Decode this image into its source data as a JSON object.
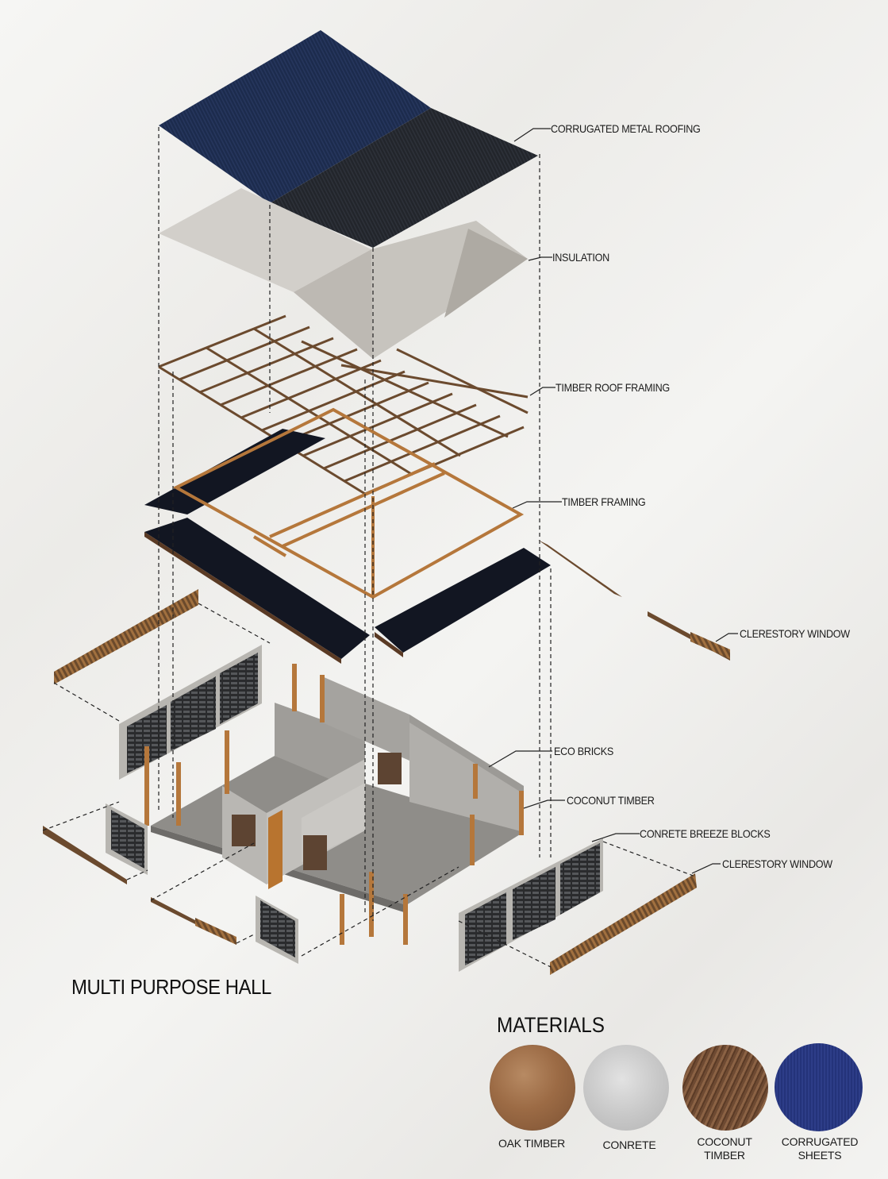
{
  "callouts": {
    "roofing": "CORRUGATED METAL ROOFING",
    "insulation": "INSULATION",
    "roof_framing": "TIMBER ROOF FRAMING",
    "framing": "TIMBER FRAMING",
    "clerestory_upper": "CLERESTORY WINDOW",
    "eco_bricks": "ECO BRICKS",
    "coconut_timber": "COCONUT TIMBER",
    "breeze_blocks": "CONRETE BREEZE BLOCKS",
    "clerestory_lower": "CLERESTORY WINDOW"
  },
  "title": "MULTI PURPOSE HALL",
  "materials": {
    "heading": "MATERIALS",
    "items": [
      {
        "label_line1": "OAK TIMBER",
        "label_line2": ""
      },
      {
        "label_line1": "CONRETE",
        "label_line2": ""
      },
      {
        "label_line1": "COCONUT",
        "label_line2": "TIMBER"
      },
      {
        "label_line1": "CORRUGATED",
        "label_line2": "SHEETS"
      }
    ]
  },
  "colors": {
    "roof_navy": "#1b2a4a",
    "roof_dark": "#23262c",
    "insulation": "#cfccc6",
    "timber": "#b5773b",
    "slab_dark": "#121620",
    "wall": "#a9a7a3",
    "floor": "#8f8d89"
  }
}
